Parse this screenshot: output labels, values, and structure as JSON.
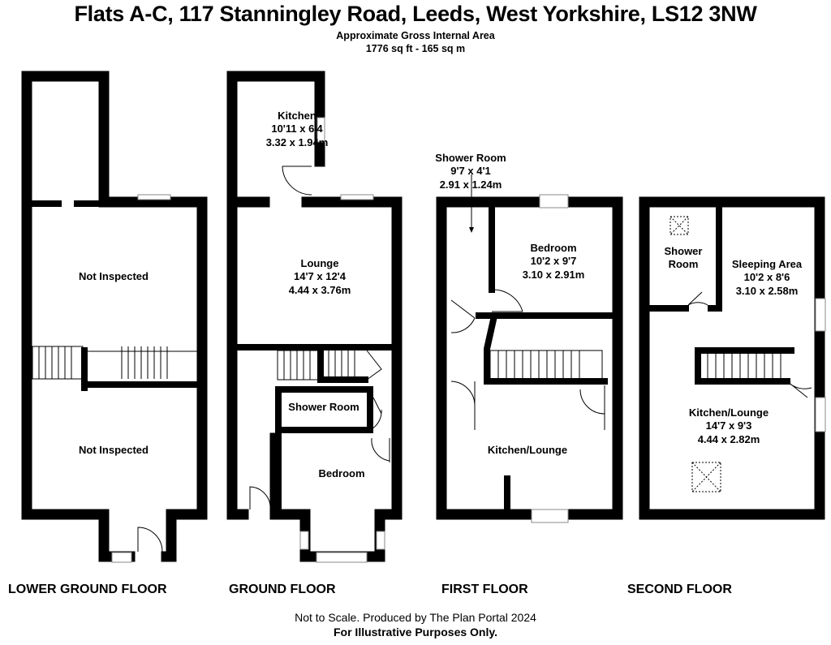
{
  "header": {
    "title": "Flats A-C, 117 Stanningley Road, Leeds, West Yorkshire, LS12 3NW",
    "subtitle": "Approximate Gross Internal Area",
    "area": "1776 sq ft - 165 sq m"
  },
  "floors": {
    "lower_ground": {
      "name": "LOWER GROUND FLOOR",
      "rooms": [
        {
          "name": "Not Inspected"
        },
        {
          "name": "Not Inspected"
        }
      ]
    },
    "ground": {
      "name": "GROUND FLOOR",
      "rooms": [
        {
          "name": "Kitchen",
          "imperial": "10'11 x 6'4",
          "metric": "3.32 x 1.94m"
        },
        {
          "name": "Lounge",
          "imperial": "14'7 x 12'4",
          "metric": "4.44 x 3.76m"
        },
        {
          "name": "Shower Room"
        },
        {
          "name": "Bedroom"
        }
      ]
    },
    "first": {
      "name": "FIRST FLOOR",
      "rooms": [
        {
          "name": "Shower Room",
          "imperial": "9'7 x 4'1",
          "metric": "2.91 x 1.24m"
        },
        {
          "name": "Bedroom",
          "imperial": "10'2 x 9'7",
          "metric": "3.10 x 2.91m"
        },
        {
          "name": "Kitchen/Lounge"
        }
      ]
    },
    "second": {
      "name": "SECOND FLOOR",
      "rooms": [
        {
          "name": "Shower",
          "name2": "Room"
        },
        {
          "name": "Sleeping Area",
          "imperial": "10'2 x 8'6",
          "metric": "3.10 x 2.58m"
        },
        {
          "name": "Kitchen/Lounge",
          "imperial": "14'7 x 9'3",
          "metric": "4.44 x 2.82m"
        }
      ]
    }
  },
  "footer": {
    "line1": "Not to Scale. Produced by The Plan Portal 2024",
    "line2": "For Illustrative Purposes Only."
  }
}
